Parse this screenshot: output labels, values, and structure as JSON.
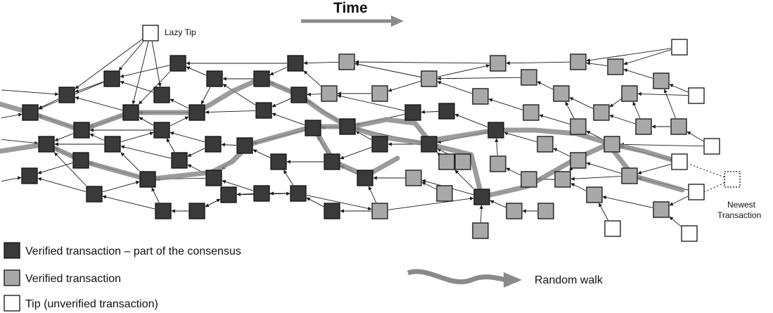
{
  "title": "Time",
  "labels": {
    "lazy_tip": "Lazy Tip",
    "newest_line1": "Newest",
    "newest_line2": "Transaction"
  },
  "legend": {
    "consensus": "Verified transaction – part of the consensus",
    "verified": "Verified transaction",
    "tip": "Tip (unverified transaction)",
    "walk": "Random walk"
  },
  "colors": {
    "consensus": "#3a3a3a",
    "verified": "#a8a8a8",
    "tip": "#ffffff",
    "walk": "#8a8a8a"
  }
}
